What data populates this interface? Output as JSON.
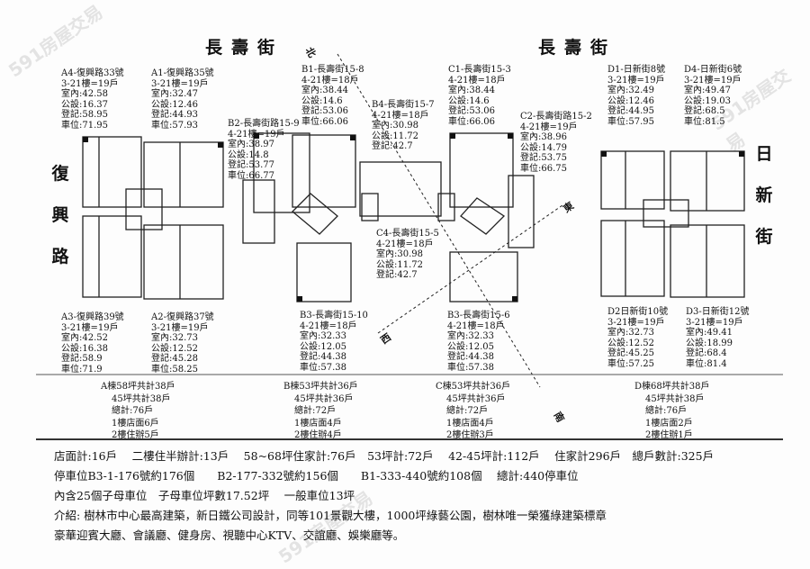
{
  "streets": {
    "top_left": "長壽街",
    "top_right": "長壽街",
    "left": [
      "復",
      "興",
      "路"
    ],
    "right": [
      "日",
      "新",
      "街"
    ]
  },
  "compass": {
    "north": "北",
    "south": "南",
    "east": "東",
    "west": "西"
  },
  "watermark": "591房屋交易",
  "units": {
    "A4": [
      "A4-復興路33號",
      "3-21樓=19戶",
      "室內:42.58",
      "公設:16.37",
      "登記:58.95",
      "車位:71.95"
    ],
    "A1": [
      "A1-復興路35號",
      "3-21樓=19戶",
      "室內:32.47",
      "公設:12.46",
      "登記:44.93",
      "車位:57.93"
    ],
    "B1": [
      "B1-長壽街15-8",
      "4-21樓=18戶",
      "室內:38.44",
      "公設:14.6",
      "登記:53.06",
      "車位:66.06"
    ],
    "B2": [
      "B2-長壽街路15-9",
      "4-21樓=19戶",
      "室內:38.97",
      "公設:14.8",
      "登記:53.77",
      "車位:66.77"
    ],
    "B4": [
      "B4-長壽街15-7",
      "4-21樓=18戶",
      "室內:30.98",
      "公設:11.72",
      "登記:42.7"
    ],
    "C1": [
      "C1-長壽街15-3",
      "4-21樓=18戶",
      "室內:38.44",
      "公設:14.6",
      "登記:53.06",
      "車位:66.06"
    ],
    "C2": [
      "C2-長壽街路15-2",
      "4-21樓=19戶",
      "室內:38.96",
      "公設:14.79",
      "登記:53.75",
      "車位:66.75"
    ],
    "C4": [
      "C4-長壽街15-5",
      "4-21樓=18戶",
      "室內:30.98",
      "公設:11.72",
      "登記:42.7"
    ],
    "D1": [
      "D1-日新街8號",
      "3-21樓=19戶",
      "室內:32.49",
      "公設:12.46",
      "登記:44.95",
      "車位:57.95"
    ],
    "D4": [
      "D4-日新街6號",
      "3-21樓=19戶",
      "室內:49.47",
      "公設:19.03",
      "登記:68.5",
      "車位:81.5"
    ],
    "A3": [
      "A3-復興路39號",
      "3-21樓=19戶",
      "室內:42.52",
      "公設:16.38",
      "登記:58.9",
      "車位:71.9"
    ],
    "A2": [
      "A2-復興路37號",
      "3-21樓=19戶",
      "室內:32.73",
      "公設:12.52",
      "登記:45.28",
      "車位:58.25"
    ],
    "B3": [
      "B3-長壽街15-10",
      "4-21樓=18戶",
      "室內:32.33",
      "公設:12.05",
      "登記:44.38",
      "車位:57.38"
    ],
    "C3": [
      "B3-長壽街15-6",
      "4-21樓=18戶",
      "室內:32.33",
      "公設:12.05",
      "登記:44.38",
      "車位:57.38"
    ],
    "D2": [
      "D2日新街10號",
      "3-21樓=19戶",
      "室內:32.73",
      "公設:12.52",
      "登記:45.25",
      "車位:57.25"
    ],
    "D3": [
      "D3-日新街12號",
      "3-21樓=19戶",
      "室內:49.41",
      "公設:18.99",
      "登記:68.4",
      "車位:81.4"
    ]
  },
  "summaries": {
    "A": [
      "A棟58坪共計38戶",
      "45坪共計38戶",
      "總計:76戶",
      "1樓店面6戶",
      "2樓住辦5戶"
    ],
    "B": [
      "B棟53坪共計36戶",
      "45坪共計36戶",
      "總計:72戶",
      "1樓店面4戶",
      "2樓住辦4戶"
    ],
    "C": [
      "C棟53坪共計36戶",
      "45坪共計36戶",
      "總計:72戶",
      "1樓店面4戶",
      "2樓住辦3戶"
    ],
    "D": [
      "D棟68坪共計38戶",
      "45坪共計38戶",
      "總計:76戶",
      "1樓店面2戶",
      "2樓住辦1戶"
    ]
  },
  "footer": [
    "店面計:16戶　 二樓住半辦計:13戶　 58~68坪住家計:76戶　53坪計:72戶　 42-45坪計:112戶　 住家計296戶　總戶數計:325戶",
    "停車位B3-1-176號約176個　　B2-177-332號約156個　　B1-333-440號約108個　 總計:440停車位",
    "內含25個子母車位　子母車位坪數17.52坪　 一般車位13坪",
    "介紹: 樹林市中心最高建築，新日鐵公司設計，同等101景觀大樓，1000坪綠藝公園，樹林唯一榮獲綠建築標章",
    "豪華迎賓大廳、會議廳、健身房、視聽中心KTV、交誼廳、娛樂廳等。"
  ]
}
